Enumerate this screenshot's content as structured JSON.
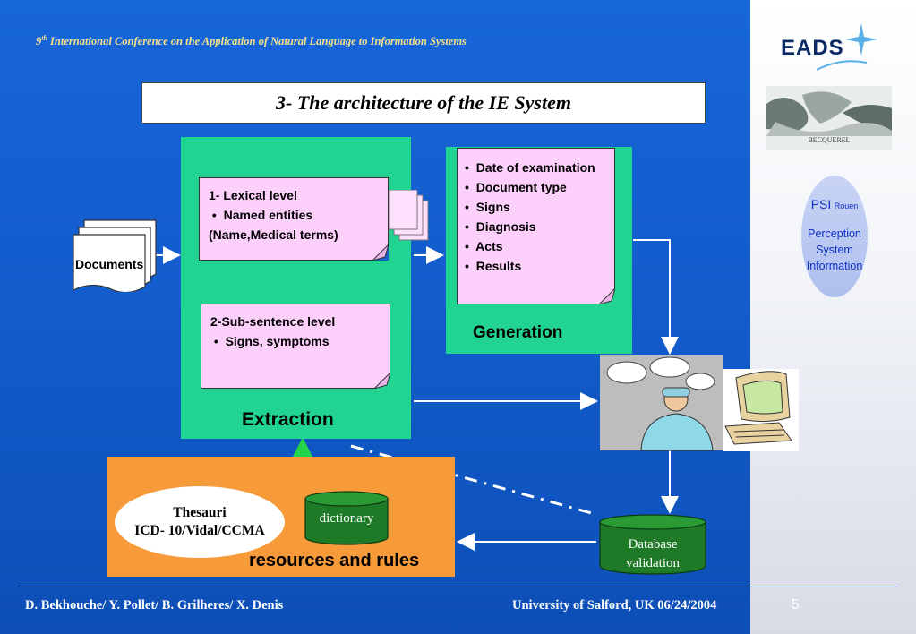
{
  "header": {
    "conference_num": "9",
    "conference_sup": "th",
    "conference_rest": " International Conference on the Application of Natural Language to Information Systems"
  },
  "title": "3- The architecture of the IE System",
  "documents_label": "Documents",
  "extraction": {
    "label": "Extraction",
    "lexical_title": "1- Lexical level",
    "lexical_bullet": "Named entities",
    "lexical_sub": "(Name,Medical terms)",
    "subsentence_title": "2-Sub-sentence level",
    "subsentence_bullet": "Signs, symptoms"
  },
  "generation": {
    "label": "Generation",
    "items": [
      "Date of examination",
      "Document type",
      "Signs",
      "Diagnosis",
      "Acts",
      "Results"
    ]
  },
  "resources": {
    "label": "resources and rules",
    "thesauri_line1": "Thesauri",
    "thesauri_line2": "ICD- 10/Vidal/CCMA",
    "dictionary": "dictionary"
  },
  "database": {
    "line1": "Database",
    "line2": "validation"
  },
  "sidebar": {
    "eads": "EADS",
    "psi_main": "PSI",
    "psi_small": "Rouen",
    "psi_lines": [
      "Perception",
      "System",
      "Information"
    ]
  },
  "footer": {
    "authors": "D. Bekhouche/ Y. Pollet/ B. Grilheres/ X. Denis",
    "venue": "University of  Salford, UK 06/24/2004",
    "page": "5"
  },
  "colors": {
    "background": "#1766da",
    "green": "#22d492",
    "pink": "#fdd0fb",
    "orange": "#f79a3a",
    "db_green": "#1e7a26",
    "header_text": "#f5e08a"
  }
}
